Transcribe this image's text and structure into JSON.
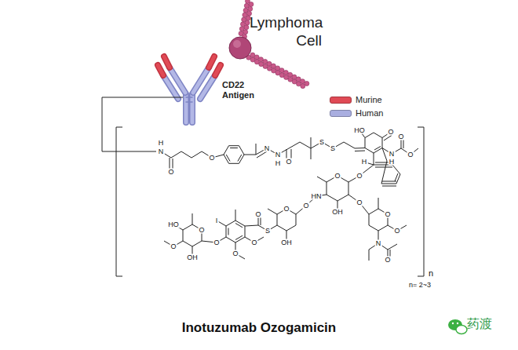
{
  "diagram": {
    "caption": "Inotuzumab Ozogamicin",
    "labels": [
      "Lymphoma Cell",
      "CD22 Antigen",
      "H",
      "N",
      "O",
      "O",
      "N",
      "N",
      "H",
      "O",
      "S",
      "S",
      "HO",
      "O",
      "N",
      "H",
      "O",
      "O",
      "H",
      "O",
      "O",
      "HN",
      "O",
      "OH",
      "O",
      "O",
      "N",
      "O",
      "O",
      "O",
      "OH",
      "S",
      "O",
      "I",
      "O",
      "O",
      "O",
      "O",
      "HO",
      "O",
      "OH",
      "n",
      "n= 2~3",
      "药渡"
    ],
    "legend": [
      {
        "text": "Murine",
        "color": "#e04a55"
      },
      {
        "text": "Human",
        "color": "#a9aee0"
      }
    ]
  }
}
